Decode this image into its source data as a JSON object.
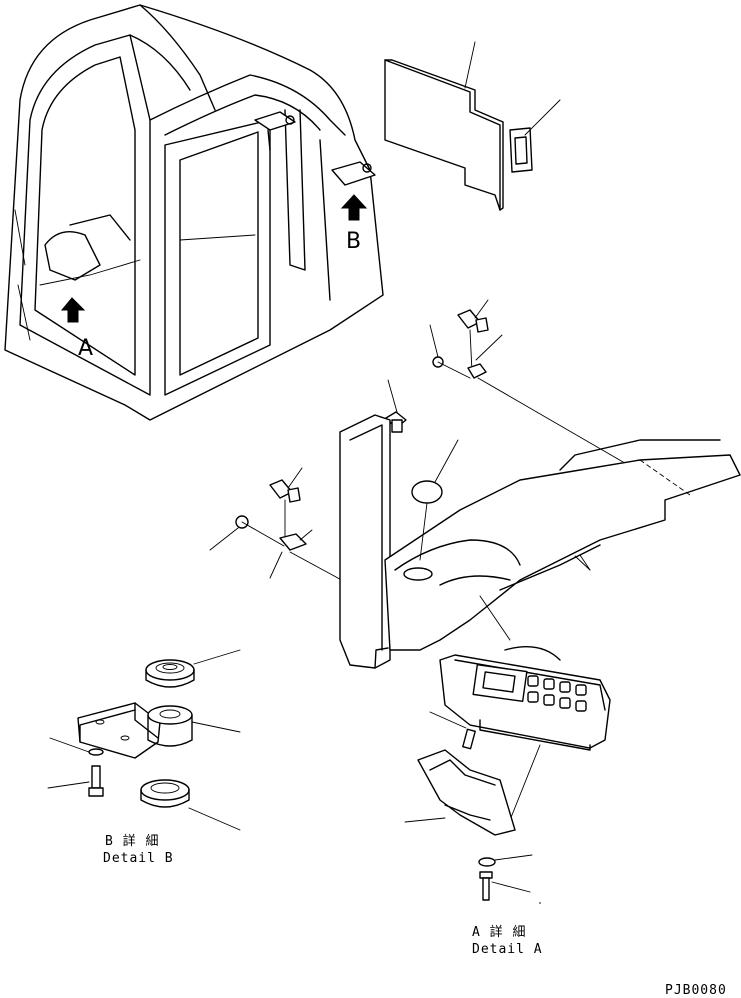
{
  "view_labels": {
    "a": "A",
    "b": "B"
  },
  "detail_b": {
    "jp": "B 詳 細",
    "en": "Detail B"
  },
  "detail_a": {
    "jp": "A 詳 細",
    "en": "Detail A"
  },
  "drawing_number": "PJB0080"
}
